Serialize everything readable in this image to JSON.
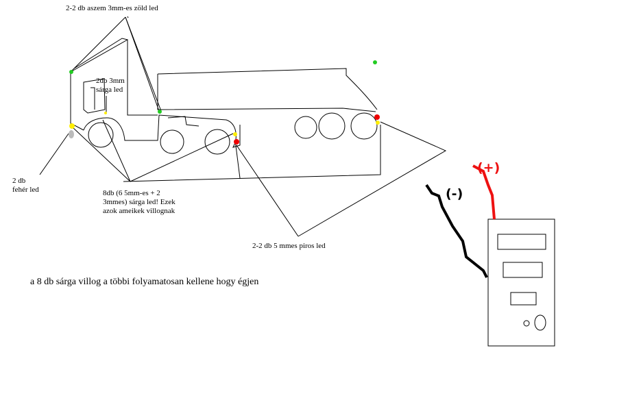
{
  "labels": {
    "green_leds": "2-2 db aszem 3mm-es zöld led",
    "yellow_3mm_line1": "2db 3mm",
    "yellow_3mm_line2": "sárga led",
    "white_leds_line1": "2 db",
    "white_leds_line2": "fehér led",
    "yellow_blink_line1": "8db  (6 5mm-es + 2",
    "yellow_blink_line2": "3mmes) sárga led! Ezek",
    "yellow_blink_line3": "azok ameikek villognak",
    "red_leds": "2-2 db 5 mmes piros led",
    "note": "a 8 db sárga villog a többi folyamatosan kellene hogy égjen"
  },
  "power": {
    "minus": "(-)",
    "plus": "(+)"
  },
  "colors": {
    "green_led": "#22cc22",
    "yellow_led": "#ffee00",
    "red_led": "#ee0000",
    "white_led": "#bbbbbb",
    "plus_wire": "#ee1111",
    "minus_wire": "#000000"
  }
}
